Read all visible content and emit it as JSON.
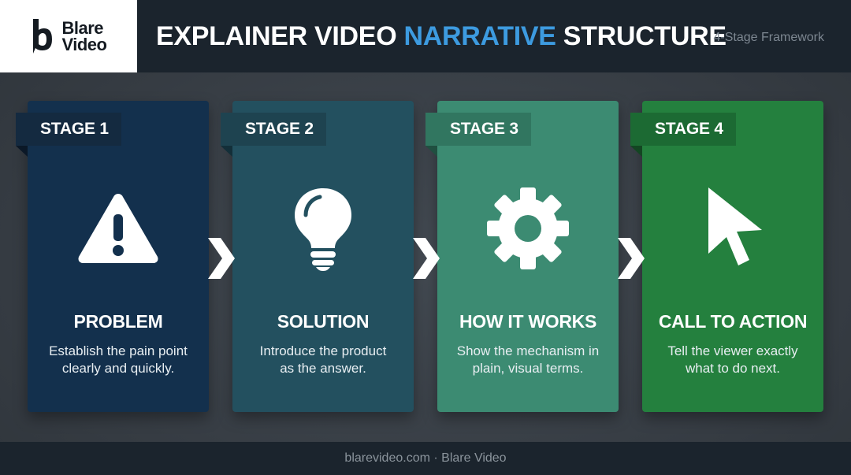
{
  "brand": {
    "logo_line1": "Blare",
    "logo_line2": "Video"
  },
  "header": {
    "title_part1": "EXPLAINER VIDEO ",
    "title_accent": "NARRATIVE",
    "title_part2": " STRUCTURE",
    "subtitle": "4-Stage Framework"
  },
  "colors": {
    "accent": "#3d9be0",
    "stage1": "#13304d",
    "stage2": "#23505f",
    "stage3": "#3c8b72",
    "stage4": "#24803e"
  },
  "stages": [
    {
      "tab": "STAGE 1",
      "icon": "warning-icon",
      "title": "PROBLEM",
      "desc_line1": "Establish the pain point",
      "desc_line2": "clearly and quickly."
    },
    {
      "tab": "STAGE 2",
      "icon": "lightbulb-icon",
      "title": "SOLUTION",
      "desc_line1": "Introduce the product",
      "desc_line2": "as the answer."
    },
    {
      "tab": "STAGE 3",
      "icon": "gear-icon",
      "title": "HOW IT WORKS",
      "desc_line1": "Show the mechanism in",
      "desc_line2": "plain, visual terms."
    },
    {
      "tab": "STAGE 4",
      "icon": "cursor-icon",
      "title": "CALL TO ACTION",
      "desc_line1": "Tell the viewer exactly",
      "desc_line2": "what to do next."
    }
  ],
  "footer": {
    "text": "blarevideo.com · Blare Video"
  }
}
